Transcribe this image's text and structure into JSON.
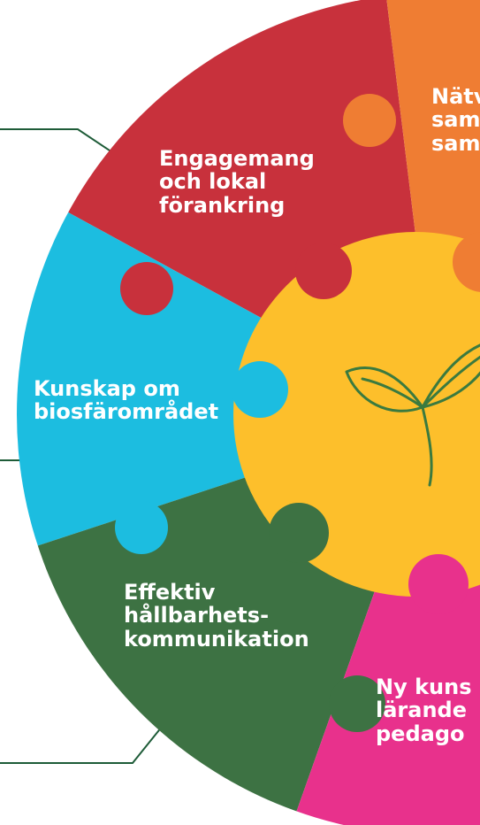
{
  "colors": {
    "red": "#c8313c",
    "orange": "#ef7d33",
    "cyan": "#1cbde0",
    "green": "#3d7243",
    "pink": "#e8318c",
    "yellow": "#fdbf2b",
    "leaf": "#3b7a3f",
    "connector": "#1e5c38"
  },
  "segments": {
    "engagemang": {
      "label": "Engagemang\noch lokal\nförankring"
    },
    "natverk": {
      "label": "Nätv\nsam\nsam"
    },
    "kunskap": {
      "label": "Kunskap om\nbiosfärområdet"
    },
    "effektiv": {
      "label": "Effektiv\nhållbarhets-\nkommunikation"
    },
    "nykunskap": {
      "label": "Ny kuns\nlärande\npedago"
    }
  },
  "center": {
    "icon": "sprout-icon"
  }
}
